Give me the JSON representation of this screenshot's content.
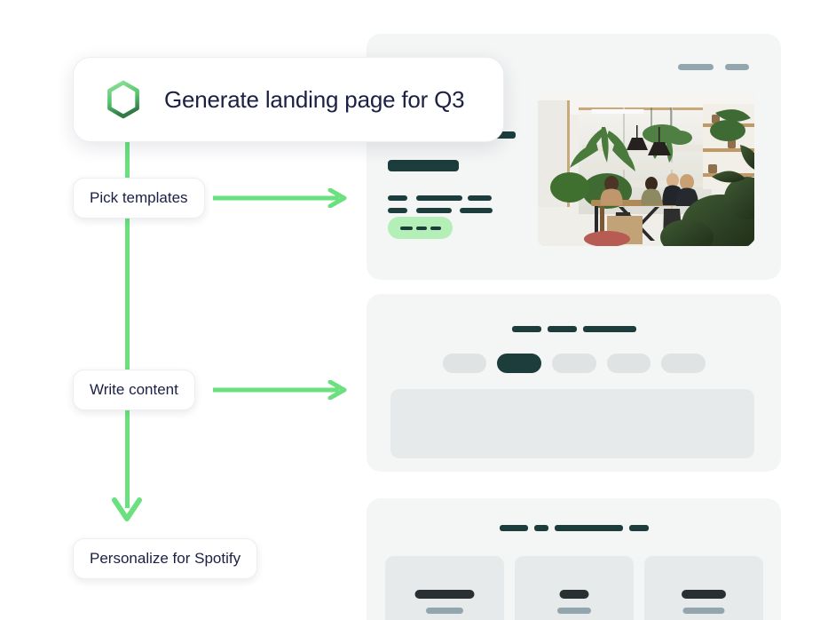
{
  "theme": {
    "accent_green": "#6ae07e",
    "pill_green": "#b3efb6",
    "dark_teal": "#1d3d3d",
    "text_navy": "#1b2044",
    "card_bg": "#f4f5f5",
    "block_grey": "#e7eaea",
    "muted_blue_grey": "#93a5ad"
  },
  "flow": {
    "prompt": {
      "icon": "hexagon-icon",
      "text": "Generate landing page for Q3"
    },
    "steps": [
      {
        "label": "Pick templates",
        "has_arrow": true
      },
      {
        "label": "Write content",
        "has_arrow": true
      },
      {
        "label": "Personalize for Spotify",
        "has_arrow": false
      }
    ]
  },
  "preview": {
    "hero_card": {
      "header_dashes": [
        40,
        27
      ],
      "top_row_dashes": [
        62,
        73
      ],
      "title_bar_width": 80,
      "text_lines": [
        [
          22,
          52,
          27
        ],
        [
          22,
          40,
          37
        ]
      ],
      "badge_dashes": [
        14,
        12,
        12
      ],
      "photo_alt": "people meeting at a wooden table in a plant-filled cafe"
    },
    "tabs_card": {
      "heading_dashes": [
        33,
        33,
        60
      ],
      "tabs": [
        {
          "width": 49,
          "active": false
        },
        {
          "width": 50,
          "active": true
        },
        {
          "width": 50,
          "active": false
        },
        {
          "width": 49,
          "active": false
        },
        {
          "width": 50,
          "active": false
        }
      ]
    },
    "tiles_card": {
      "heading_dashes": [
        32,
        16,
        77,
        22
      ],
      "tiles": [
        {
          "dark_bar_width": 67,
          "grey_bar_width": 42
        },
        {
          "dark_bar_width": 33,
          "grey_bar_width": 38
        },
        {
          "dark_bar_width": 50,
          "grey_bar_width": 47
        }
      ]
    }
  }
}
